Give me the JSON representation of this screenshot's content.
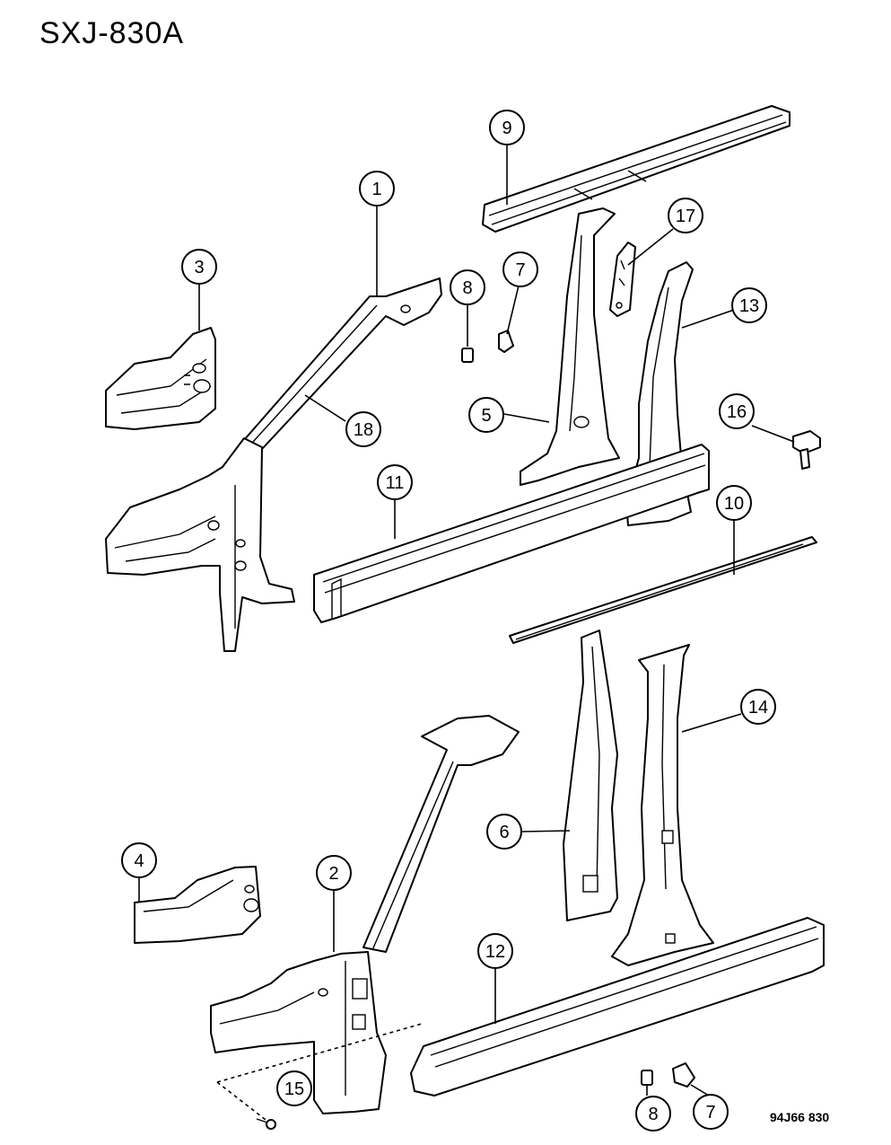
{
  "title": "SXJ-830A",
  "figure_code": "94J66 830",
  "callouts": {
    "c1": "1",
    "c2": "2",
    "c3": "3",
    "c4": "4",
    "c5": "5",
    "c6": "6",
    "c7a": "7",
    "c7b": "7",
    "c8a": "8",
    "c8b": "8",
    "c9": "9",
    "c10": "10",
    "c11": "11",
    "c12": "12",
    "c13": "13",
    "c14": "14",
    "c15": "15",
    "c16": "16",
    "c17": "17",
    "c18": "18"
  }
}
